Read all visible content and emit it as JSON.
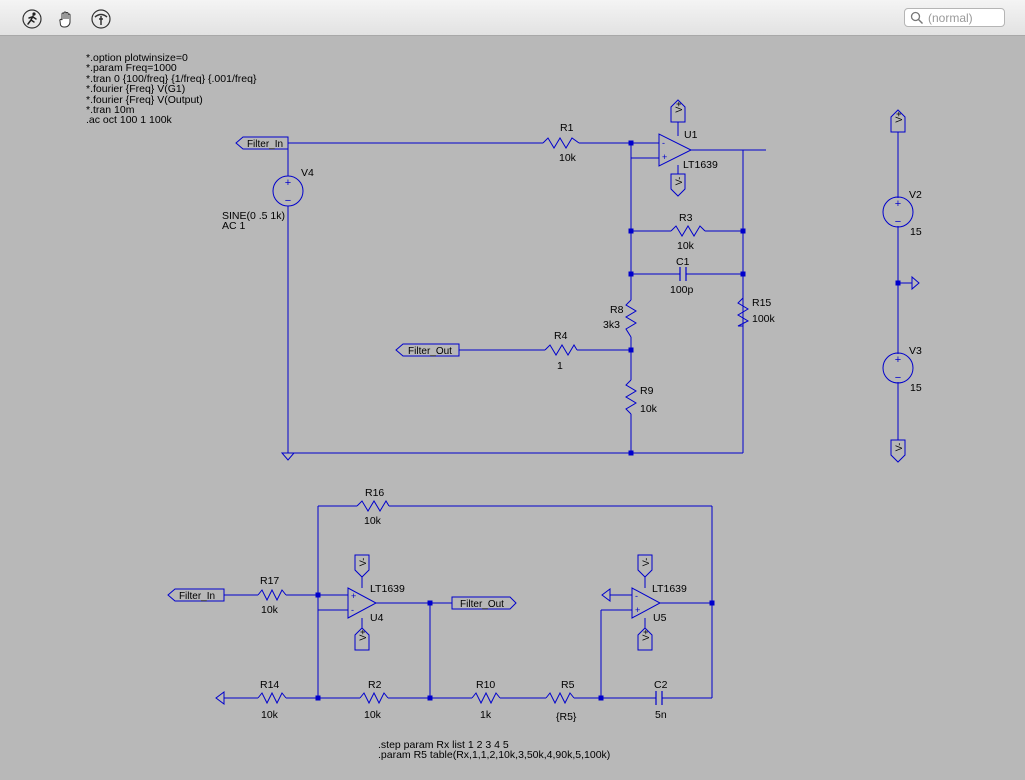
{
  "toolbar": {
    "tools": [
      {
        "name": "run-tool",
        "icon": "running-man-icon"
      },
      {
        "name": "pan-tool",
        "icon": "hand-icon"
      },
      {
        "name": "probe-tool",
        "icon": "probe-icon"
      }
    ],
    "search_placeholder": "(normal)"
  },
  "colors": {
    "background": "#b8b8b8",
    "wire": "#0000cc",
    "text": "#000000"
  },
  "directives_top": [
    "*.option plotwinsize=0",
    "*.param Freq=1000",
    "*.tran 0 {100/freq} {1/freq} {.001/freq}",
    "*.fourier {Freq} V(G1)",
    "*.fourier {Freq} V(Output)",
    "*.tran 10m",
    ".ac oct 100 1 100k"
  ],
  "directives_bottom": [
    ".step param Rx list 1 2 3 4 5",
    ".param R5 table(Rx,1,1,2,10k,3,50k,4,90k,5,100k)"
  ],
  "labels": {
    "filter_in": "Filter_In",
    "filter_out": "Filter_Out",
    "v_plus": "V+",
    "v_minus": "V-"
  },
  "components": {
    "R1": {
      "name": "R1",
      "value": "10k"
    },
    "R3": {
      "name": "R3",
      "value": "10k"
    },
    "C1": {
      "name": "C1",
      "value": "100p"
    },
    "R8": {
      "name": "R8",
      "value": "3k3"
    },
    "R15": {
      "name": "R15",
      "value": "100k"
    },
    "R4": {
      "name": "R4",
      "value": "1"
    },
    "R9": {
      "name": "R9",
      "value": "10k"
    },
    "U1": {
      "name": "U1",
      "value": "LT1639"
    },
    "V4": {
      "name": "V4",
      "value": "SINE(0 .5 1k)",
      "value2": "AC 1"
    },
    "V2": {
      "name": "V2",
      "value": "15"
    },
    "V3": {
      "name": "V3",
      "value": "15"
    },
    "R16": {
      "name": "R16",
      "value": "10k"
    },
    "R17": {
      "name": "R17",
      "value": "10k"
    },
    "R14": {
      "name": "R14",
      "value": "10k"
    },
    "R2": {
      "name": "R2",
      "value": "10k"
    },
    "R10": {
      "name": "R10",
      "value": "1k"
    },
    "R5": {
      "name": "R5",
      "value": "{R5}"
    },
    "C2": {
      "name": "C2",
      "value": "5n"
    },
    "U4": {
      "name": "U4",
      "value": "LT1639"
    },
    "U5": {
      "name": "U5",
      "value": "LT1639"
    }
  },
  "opamp_pins": {
    "plus": "+",
    "minus": "-"
  }
}
